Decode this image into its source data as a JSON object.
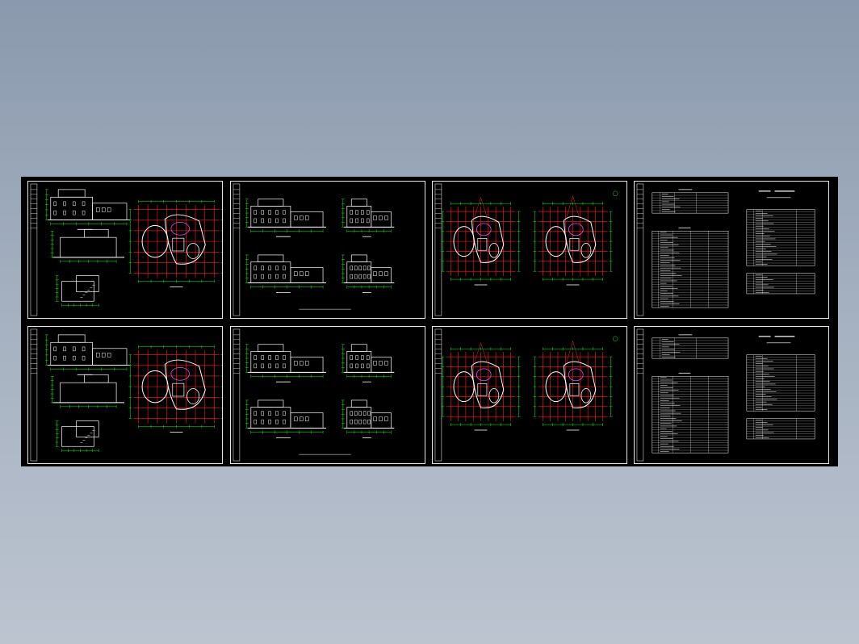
{
  "viewer": {
    "background_top": "#8a99ad",
    "background_bottom": "#bcc4d0",
    "canvas_color": "#000000",
    "line_colors": {
      "white": "#ffffff",
      "green": "#00ff00",
      "red": "#ff2020",
      "magenta": "#ff40ff",
      "cyan": "#00ffff"
    }
  },
  "sheets": [
    {
      "kind": "section-elevation-combo"
    },
    {
      "kind": "elevations"
    },
    {
      "kind": "floor-plans"
    },
    {
      "kind": "schedule-tables"
    },
    {
      "kind": "section-elevation-combo"
    },
    {
      "kind": "elevations"
    },
    {
      "kind": "floor-plans"
    },
    {
      "kind": "schedule-tables"
    }
  ]
}
